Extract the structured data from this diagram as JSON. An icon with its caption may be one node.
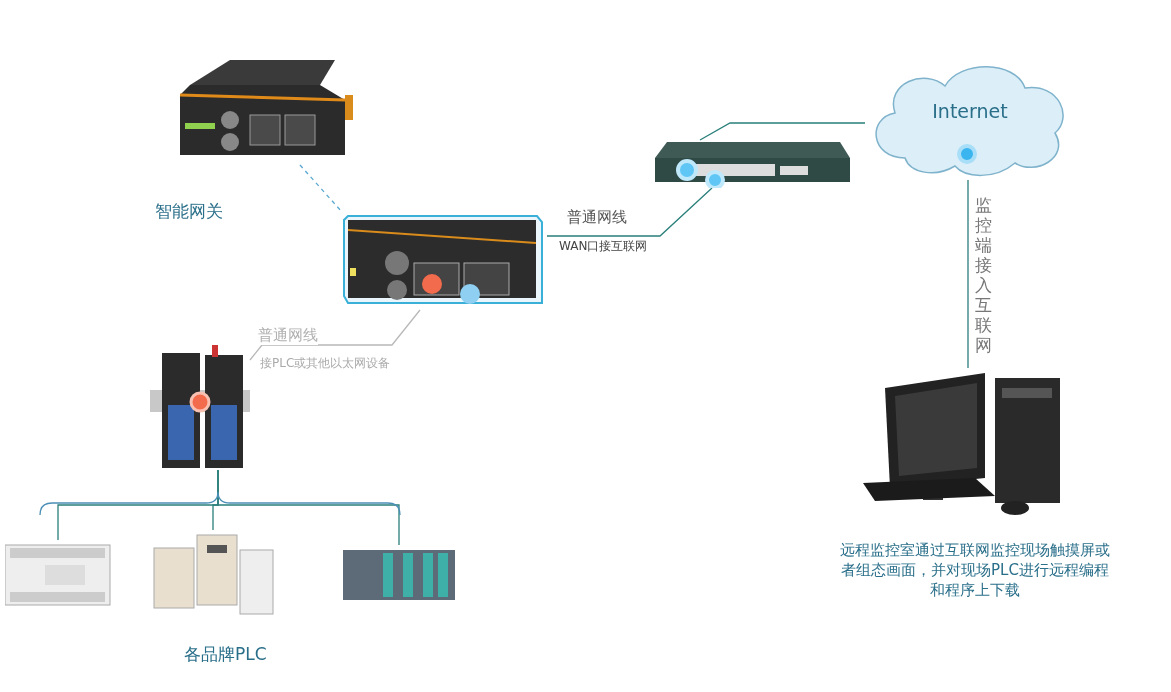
{
  "diagram": {
    "nodes": [
      {
        "text": [
          "智能网关"
        ]
      },
      {
        "text": [],
        "shape": "picture"
      },
      {
        "text": [],
        "shape": "picture"
      },
      {
        "text": [
          "Internet"
        ]
      },
      {
        "text": [
          "远程监控室通过互联网监控现场触摸屏或者组态画面，并对现场PLC进行远程编程和程序上下载"
        ]
      },
      {
        "text": [],
        "shape": "picture"
      },
      {
        "text": [],
        "shape": "picture"
      },
      {
        "text": [],
        "shape": "picture"
      },
      {
        "text": [],
        "shape": "picture"
      }
    ],
    "edges": [
      {
        "from": 0,
        "to": 1,
        "arrow": "none",
        "style": "dashed"
      },
      {
        "from": 1,
        "to": 2,
        "arrow": "none",
        "label": "普通网线"
      },
      {
        "from": 2,
        "to": 3,
        "arrow": "none"
      },
      {
        "from": 3,
        "to": 4,
        "arrow": "none",
        "label": "监控端接入互联网"
      },
      {
        "from": 1,
        "to": 5,
        "arrow": "none",
        "label": "普通网线",
        "color": "#b8b8b8"
      },
      {
        "from": 5,
        "to": 6,
        "arrow": "none"
      },
      {
        "from": 5,
        "to": 7,
        "arrow": "none"
      },
      {
        "from": 5,
        "to": 8,
        "arrow": "none"
      }
    ],
    "labels": [
      "WAN口接互联网",
      "接PLC或其他以太网设备",
      "各品牌PLC"
    ]
  }
}
